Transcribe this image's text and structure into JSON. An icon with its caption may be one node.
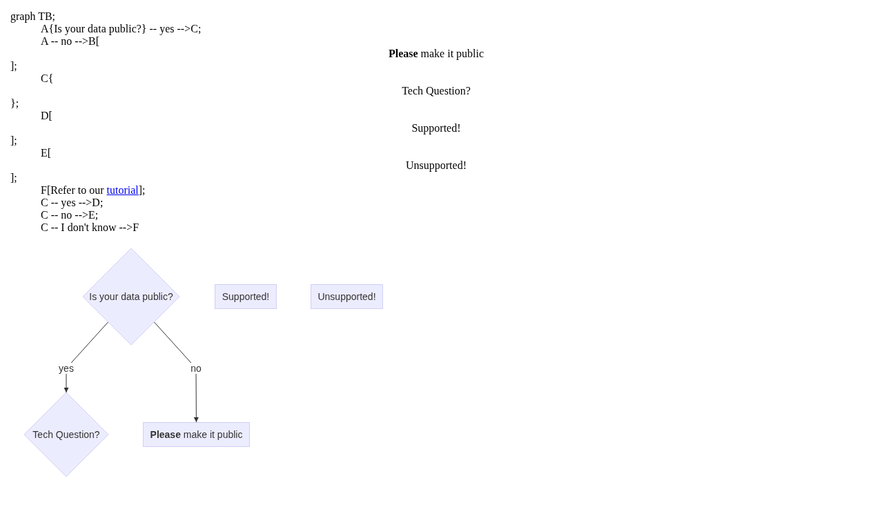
{
  "diagram": {
    "nodes": [
      {
        "text": [
          "Is your data public?"
        ]
      },
      {
        "text": [
          "Supported!"
        ]
      },
      {
        "text": [
          "Unsupported!"
        ]
      },
      {
        "text": [
          "Tech Question?"
        ]
      },
      {
        "text": [
          "**Please** make it public"
        ]
      }
    ],
    "edges": [
      {
        "from": 0,
        "to": 3,
        "arrow": "to",
        "label": "yes"
      },
      {
        "from": 0,
        "to": 4,
        "arrow": "to",
        "label": "no"
      }
    ],
    "labels": [
      "graph TB;",
      "A{Is your data public?} -- yes -->C;",
      "A -- no -->B[",
      "**Please** make it public",
      "];",
      "C{",
      "Tech Question?",
      "};",
      "D[",
      "Supported!",
      "];",
      "E[",
      "Unsupported!",
      "];",
      "F[Refer to our",
      "tutorial",
      "];",
      "C -- yes -->D;",
      "C -- no -->E;",
      "C -- I don't know -->F"
    ]
  }
}
